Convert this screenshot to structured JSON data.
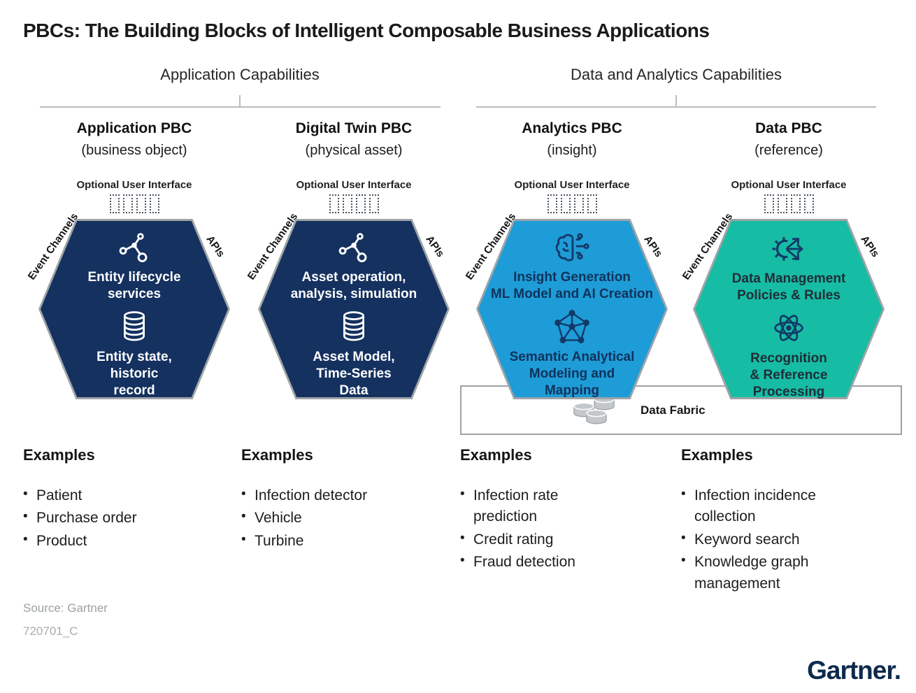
{
  "title": "PBCs: The Building Blocks of Intelligent Composable Business Applications",
  "groups": [
    {
      "label": "Application Capabilities"
    },
    {
      "label": "Data and Analytics Capabilities"
    }
  ],
  "cards": [
    {
      "title": "Application PBC",
      "subtitle": "(business object)",
      "ui_label": "Optional User Interface",
      "event_channels_label": "Event Channels",
      "apis_label": "APIs",
      "top_icon": "molecule-icon",
      "top_text": "Entity lifecycle\nservices",
      "bottom_icon": "database-icon",
      "bottom_text": "Entity state,\nhistoric\nrecord",
      "fill": "#14315F",
      "text_color": "#FFFFFF",
      "icon_color": "#FFFFFF",
      "examples_heading": "Examples",
      "examples": [
        "Patient",
        "Purchase order",
        "Product"
      ]
    },
    {
      "title": "Digital Twin PBC",
      "subtitle": "(physical asset)",
      "ui_label": "Optional User Interface",
      "event_channels_label": "Event Channels",
      "apis_label": "APIs",
      "top_icon": "molecule-icon",
      "top_text": "Asset operation,\nanalysis, simulation",
      "bottom_icon": "database-icon",
      "bottom_text": "Asset Model,\nTime-Series\nData",
      "fill": "#14315F",
      "text_color": "#FFFFFF",
      "icon_color": "#FFFFFF",
      "examples_heading": "Examples",
      "examples": [
        "Infection detector",
        "Vehicle",
        "Turbine"
      ]
    },
    {
      "title": "Analytics PBC",
      "subtitle": "(insight)",
      "ui_label": "Optional User Interface",
      "event_channels_label": "Event Channels",
      "apis_label": "APIs",
      "top_icon": "brain-circuit-icon",
      "top_text": "Insight Generation\nML Model and AI Creation",
      "bottom_icon": "network-graph-icon",
      "bottom_text": "Semantic Analytical\nModeling and\nMapping",
      "fill": "#1E9CD7",
      "text_color": "#10335C",
      "icon_color": "#123A68",
      "examples_heading": "Examples",
      "examples": [
        "Infection rate prediction",
        "Credit rating",
        "Fraud  detection"
      ]
    },
    {
      "title": "Data PBC",
      "subtitle": "(reference)",
      "ui_label": "Optional User Interface",
      "event_channels_label": "Event Channels",
      "apis_label": "APIs",
      "top_icon": "gear-share-icon",
      "top_text": "Data Management\nPolicies & Rules",
      "bottom_icon": "atom-icon",
      "bottom_text": "Recognition\n& Reference\nProcessing",
      "fill": "#17BCA4",
      "text_color": "#1E2D38",
      "icon_color": "#123A68",
      "examples_heading": "Examples",
      "examples": [
        "Infection incidence collection",
        "Keyword search",
        "Knowledge graph management"
      ]
    }
  ],
  "data_fabric": {
    "label": "Data Fabric",
    "icon": "coins-icon"
  },
  "footer": {
    "source": "Source: Gartner",
    "figure_id": "720701_C",
    "logo_text": "Gartner."
  }
}
